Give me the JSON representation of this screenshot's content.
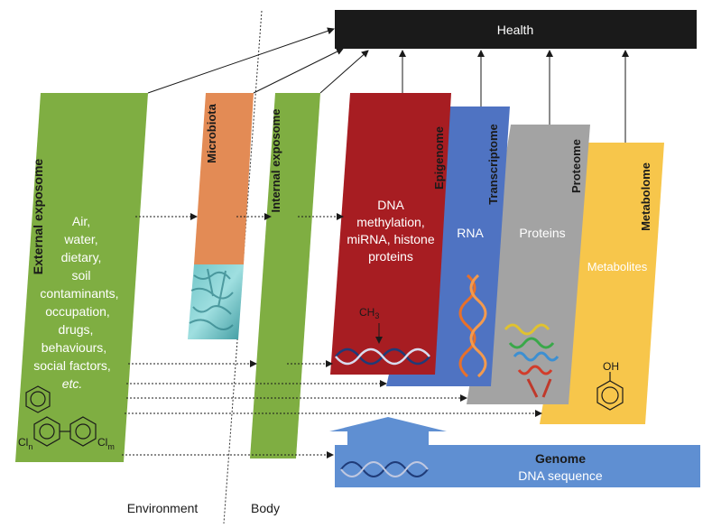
{
  "health": {
    "label": "Health"
  },
  "external_exposome": {
    "title": "External exposome",
    "lines": [
      "Air,",
      "water,",
      "dietary,",
      "soil",
      "contaminants,",
      "occupation,",
      "drugs,",
      "behaviours,",
      "social factors,"
    ],
    "last_line": "etc.",
    "chem_sub_n": "n",
    "chem_sub_m": "m",
    "chem_cl": "Cl"
  },
  "microbiota": {
    "title": "Microbiota"
  },
  "internal_exposome": {
    "title": "Internal exposome"
  },
  "epigenome": {
    "title": "Epigenome",
    "lines": [
      "DNA",
      "methylation,",
      "miRNA, histone",
      "proteins"
    ],
    "ch3": "CH",
    "ch3_sub": "3"
  },
  "transcriptome": {
    "title": "Transcriptome",
    "body": "RNA"
  },
  "proteome": {
    "title": "Proteome",
    "body": "Proteins"
  },
  "metabolome": {
    "title": "Metabolome",
    "body": "Metabolites",
    "oh": "OH"
  },
  "genome": {
    "title": "Genome",
    "subtitle": "DNA sequence"
  },
  "bottom": {
    "environment": "Environment",
    "body": "Body"
  },
  "colors": {
    "green": "#7fae42",
    "orange": "#e38b55",
    "red": "#a71d22",
    "blue": "#4f73c2",
    "gray": "#a3a3a3",
    "yellow": "#f7c64b",
    "genome_blue": "#5f8fd2",
    "black": "#1a1a1a"
  }
}
